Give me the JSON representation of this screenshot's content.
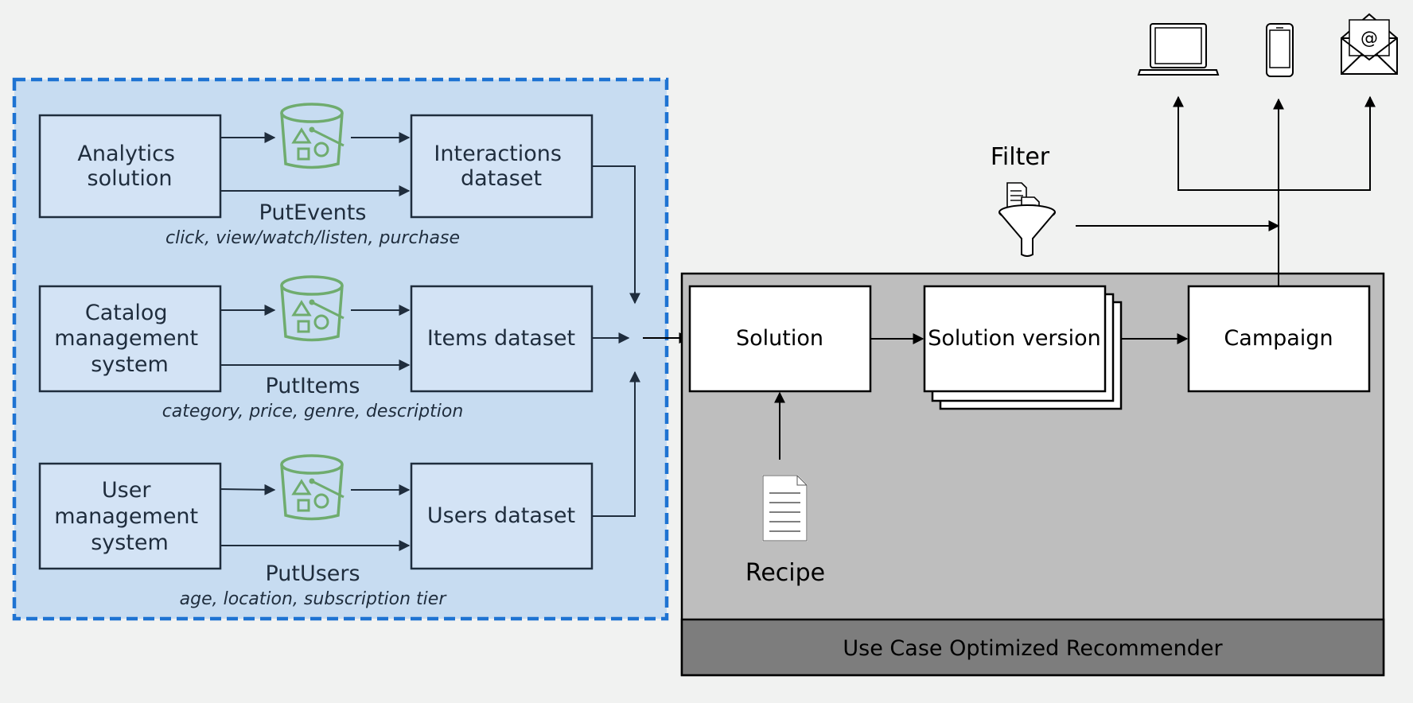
{
  "sources": [
    {
      "label_lines": [
        "Analytics",
        "solution"
      ],
      "api": "PutEvents",
      "attributes": "click, view/watch/listen, purchase",
      "dataset": "Interactions dataset",
      "dataset_lines": [
        "Interactions",
        "dataset"
      ]
    },
    {
      "label_lines": [
        "Catalog",
        "management",
        "system"
      ],
      "api": "PutItems",
      "attributes": "category, price, genre, description",
      "dataset": "Items dataset",
      "dataset_lines": [
        "Items dataset"
      ]
    },
    {
      "label_lines": [
        "User",
        "management",
        "system"
      ],
      "api": "PutUsers",
      "attributes": "age, location, subscription tier",
      "dataset": "Users dataset",
      "dataset_lines": [
        "Users dataset"
      ]
    }
  ],
  "recommender": {
    "solution": "Solution",
    "solution_version": "Solution version",
    "campaign": "Campaign",
    "recipe": "Recipe",
    "filter": "Filter",
    "footer": "Use Case Optimized Recommender"
  },
  "devices": [
    {
      "icon": "laptop-icon"
    },
    {
      "icon": "mobile-phone-icon"
    },
    {
      "icon": "email-envelope-icon"
    }
  ],
  "colors": {
    "ingest_panel_fill": "#c7dcf1",
    "ingest_panel_border": "#1e73d2",
    "source_box_fill": "#d3e3f5",
    "bucket_green": "#6fac6e",
    "recommender_fill": "#bebebe",
    "footer_fill": "#7d7d7d"
  }
}
